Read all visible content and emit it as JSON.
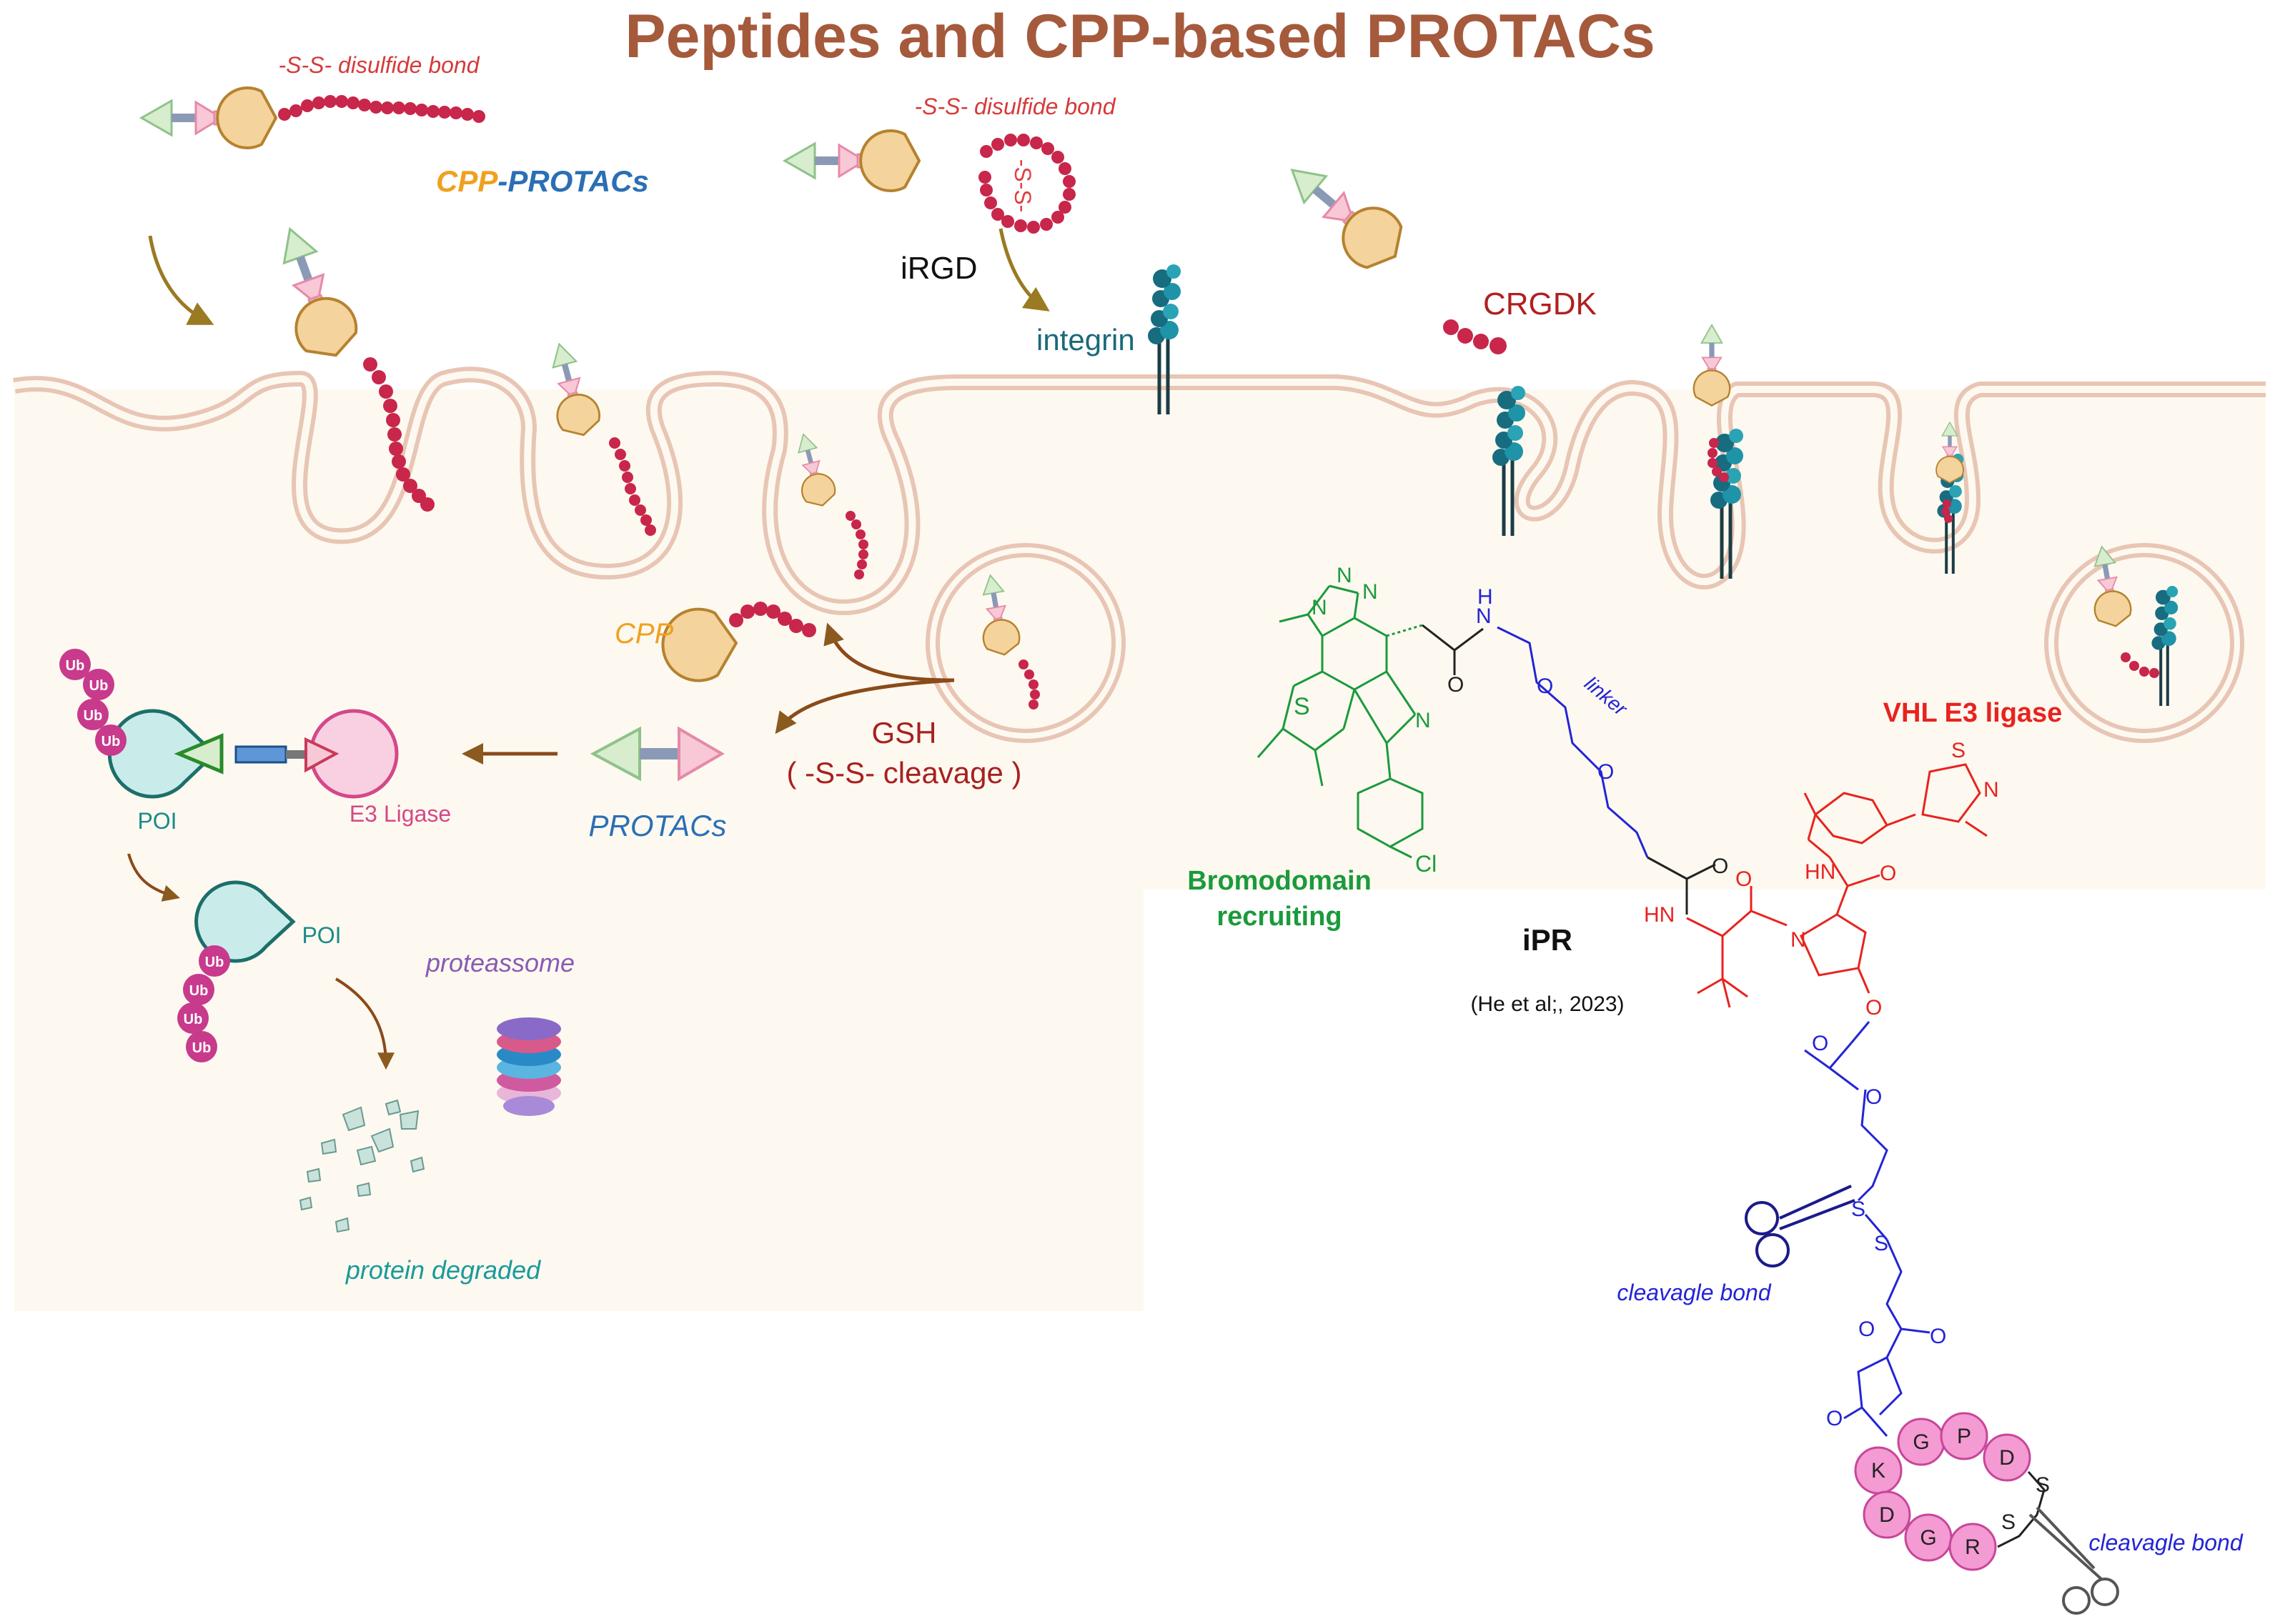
{
  "title": "Peptides and CPP-based PROTACs",
  "labels": {
    "disulfide_1": "-S-S- disulfide bond",
    "disulfide_2": "-S-S- disulfide bond",
    "cpp_protacs_part1": "CPP",
    "cpp_protacs_part2": "-PROTACs",
    "ss_loop": "-S-S-",
    "irgd": "iRGD",
    "integrin": "integrin",
    "crgdk": "CRGDK",
    "cpp": "CPP",
    "gsh": "GSH",
    "ss_cleavage": "( -S-S- cleavage )",
    "protacs": "PROTACs",
    "poi_1": "POI",
    "e3_ligase": "E3 Ligase",
    "poi_2": "POI",
    "proteasome": "proteassome",
    "protein_degraded": "protein degraded",
    "ub": "Ub",
    "linker": "linker",
    "vhl": "VHL E3 ligase",
    "bromodomain_1": "Bromodomain",
    "bromodomain_2": "recruiting",
    "ipr": "iPR",
    "citation": "(He et al;, 2023)",
    "cleavable_1": "cleavagle bond",
    "cleavable_2": "cleavagle bond"
  },
  "atoms": {
    "N": "N",
    "O": "O",
    "S": "S",
    "Cl": "Cl",
    "H": "H",
    "HN": "HN"
  },
  "peptide_residues": [
    "K",
    "G",
    "P",
    "D",
    "D",
    "G",
    "R"
  ],
  "colors": {
    "title": "#a55a3c",
    "cell": "#fdf9f0",
    "membrane": "#e9c7b6",
    "peptide": "#c8264a",
    "pacman": "#f2d19b",
    "pink": "#f7c6d4",
    "green_triangle": "#d4ebc9",
    "integrin": "#1a8aa0",
    "ub": "#c83a8c",
    "bromo": "#1b9a3c",
    "linker": "#2424d6",
    "vhl": "#e8231f",
    "residue": "#f39bd2",
    "arrow": "#8b5a1f"
  }
}
